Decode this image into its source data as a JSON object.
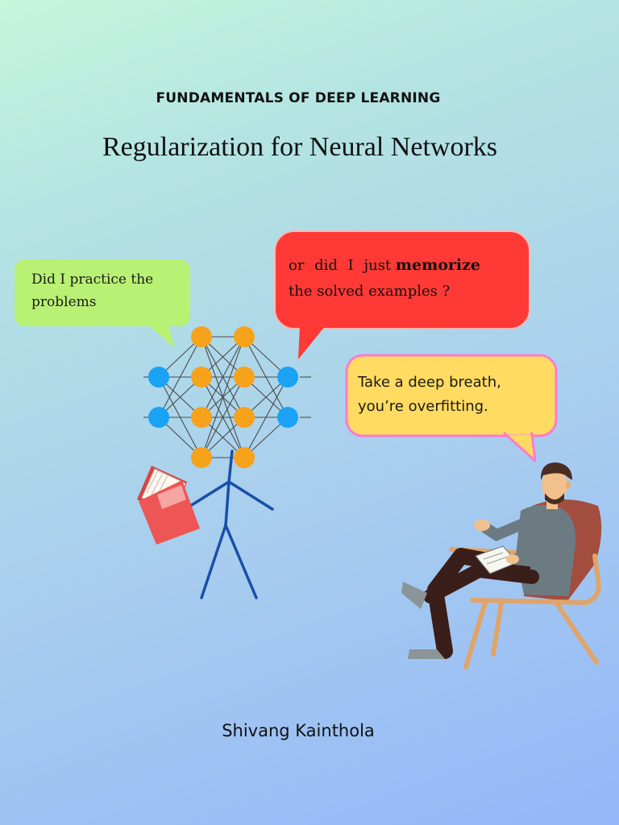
{
  "series_label": "FUNDAMENTALS OF DEEP LEARNING",
  "title": "Regularization for Neural Networks",
  "bubbles": {
    "green": {
      "line1": "Did I practice the",
      "line2": "problems"
    },
    "red": {
      "line1_prefix": "or did I just",
      "line1_emphasis": "memorize",
      "line2": "the solved examples ?"
    },
    "yellow": {
      "line1": "Take a deep breath,",
      "line2": "you’re overfitting."
    }
  },
  "author": "Shivang Kainthola",
  "colors": {
    "green_bubble": "#b8f173",
    "red_bubble": "#ff3a36",
    "yellow_bubble": "#ffdb61",
    "input_node": "#1aa3f5",
    "hidden_node": "#f7a21b",
    "stick_figure": "#1a4fa8",
    "book": "#ee5555"
  },
  "illustrations": [
    "neural-network-stick-figure",
    "book",
    "man-in-armchair"
  ]
}
